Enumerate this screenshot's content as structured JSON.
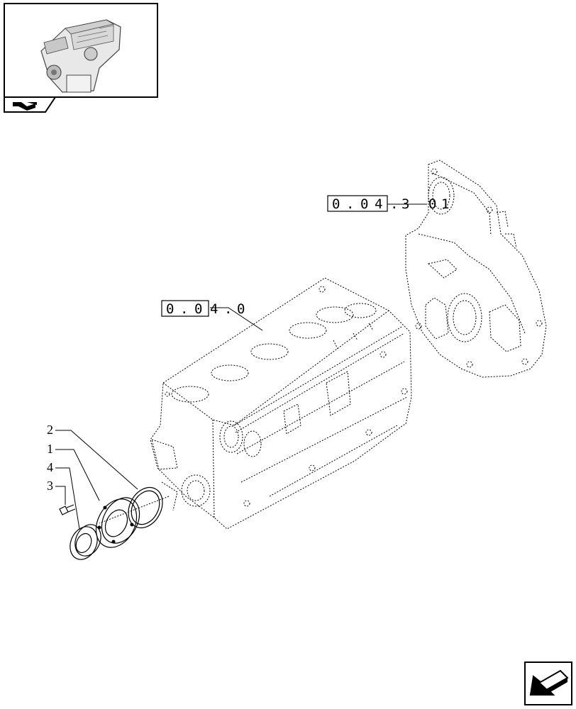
{
  "thumbnail": {
    "icon": "engine-thumbnail-icon",
    "tab_icon": "assembly-nav-icon"
  },
  "references": [
    {
      "id": "ref-0-04-0",
      "cells": [
        "0",
        ".",
        "0",
        "4",
        ".",
        "0"
      ],
      "boxed_count": 3
    },
    {
      "id": "ref-0-04-3-01",
      "cells": [
        "0",
        ".",
        "0",
        "4",
        ".",
        "3",
        "0",
        "1"
      ],
      "boxed_count": 4
    }
  ],
  "callouts": [
    {
      "id": "callout-2",
      "number": "2"
    },
    {
      "id": "callout-1",
      "number": "1"
    },
    {
      "id": "callout-4",
      "number": "4"
    },
    {
      "id": "callout-3",
      "number": "3"
    }
  ],
  "nav": {
    "icon": "next-page-arrow-icon"
  }
}
